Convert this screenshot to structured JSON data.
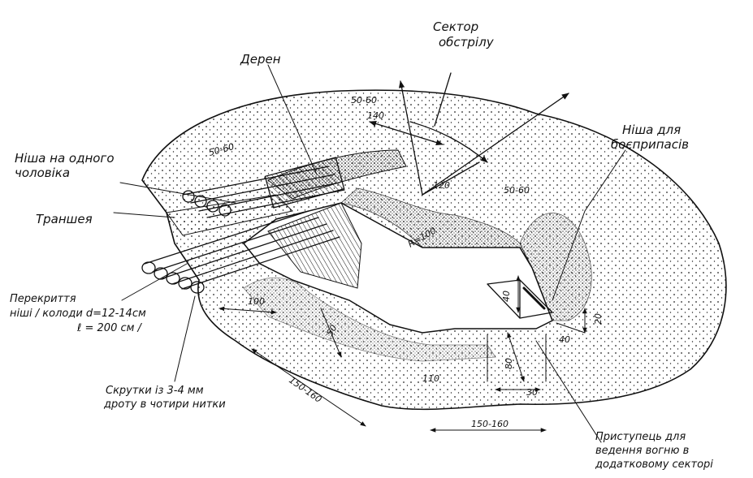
{
  "labels": {
    "sector": [
      "Сектор",
      "обстрілу"
    ],
    "turf": "Дерен",
    "niche_one_person": [
      "Ніша на одного",
      "чоловіка"
    ],
    "trench": "Траншея",
    "niche_ammo": [
      "Ніша для",
      "боєприпасів"
    ],
    "cover": [
      "Перекриття",
      "ніші / колоди  d=12-14см",
      "ℓ = 200 см  /"
    ],
    "twists": [
      "Скрутки із 3-4 мм",
      "дроту в чотири нитки"
    ],
    "step": [
      "Приступець для",
      "ведення вогню в",
      "додатковому секторі"
    ]
  },
  "dimensions": {
    "d_50_60_top": "50-60",
    "d_140": "140",
    "d_50_60_left": "50-60",
    "d_120": "120",
    "d_r100": "R=100",
    "d_50_60_right": "50-60",
    "d_40_vertical": "40",
    "d_20": "20",
    "d_40": "40",
    "d_100": "100",
    "d_50": "50",
    "d_150_160_left": "150-160",
    "d_80": "80",
    "d_110": "110",
    "d_30": "30",
    "d_150_160_bottom": "150-160"
  }
}
